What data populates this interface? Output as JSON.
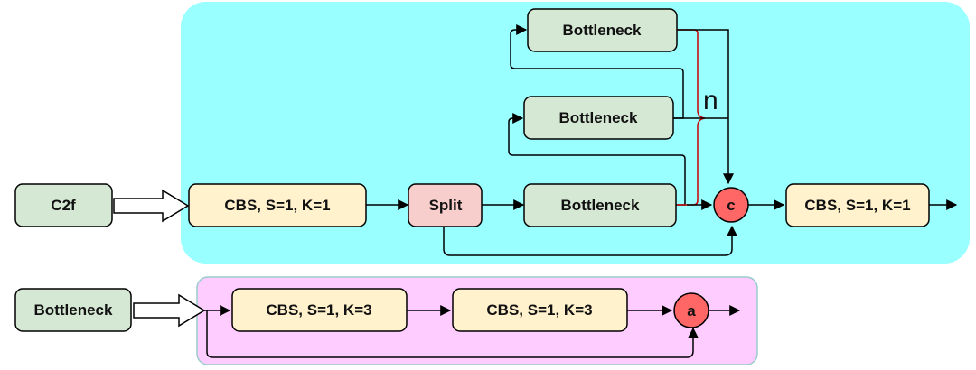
{
  "colors": {
    "c2f_region": "#99FFFF",
    "bottleneck_region": "#FFCCFF",
    "green_box": "#D5E8D4",
    "cream_box": "#FFF2CC",
    "pink_box": "#F8CECC",
    "red_node": "#FF6666",
    "brace": "#CC0000"
  },
  "top": {
    "input_label": "C2f",
    "cbs_in_label": "CBS, S=1, K=1",
    "split_label": "Split",
    "bottleneck_top_label": "Bottleneck",
    "bottleneck_mid_label": "Bottleneck",
    "bottleneck_low_label": "Bottleneck",
    "concat_label": "c",
    "cbs_out_label": "CBS, S=1, K=1",
    "n_label": "n"
  },
  "bottom": {
    "input_label": "Bottleneck",
    "cbs1_label": "CBS, S=1, K=3",
    "cbs2_label": "CBS, S=1, K=3",
    "add_label": "a"
  }
}
